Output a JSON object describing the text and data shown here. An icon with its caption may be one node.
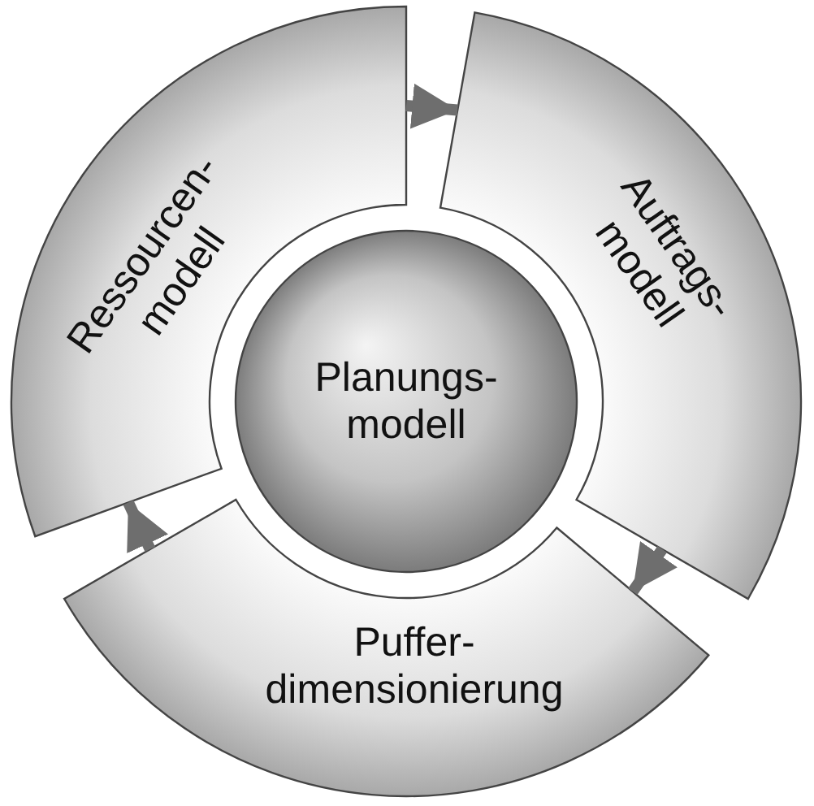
{
  "diagram": {
    "nodes": [
      {
        "text": [
          "Ressourcen- modell"
        ]
      },
      {
        "text": [
          "Auftrags- modell"
        ]
      },
      {
        "text": [
          "Planungs- modell"
        ]
      },
      {
        "text": [
          "Puffer- dimensionierung"
        ]
      }
    ],
    "edges": [
      {
        "from": 0,
        "to": 1,
        "arrow": "to"
      },
      {
        "from": 1,
        "to": 3,
        "arrow": "to"
      },
      {
        "from": 3,
        "to": 0,
        "arrow": "to"
      }
    ]
  }
}
